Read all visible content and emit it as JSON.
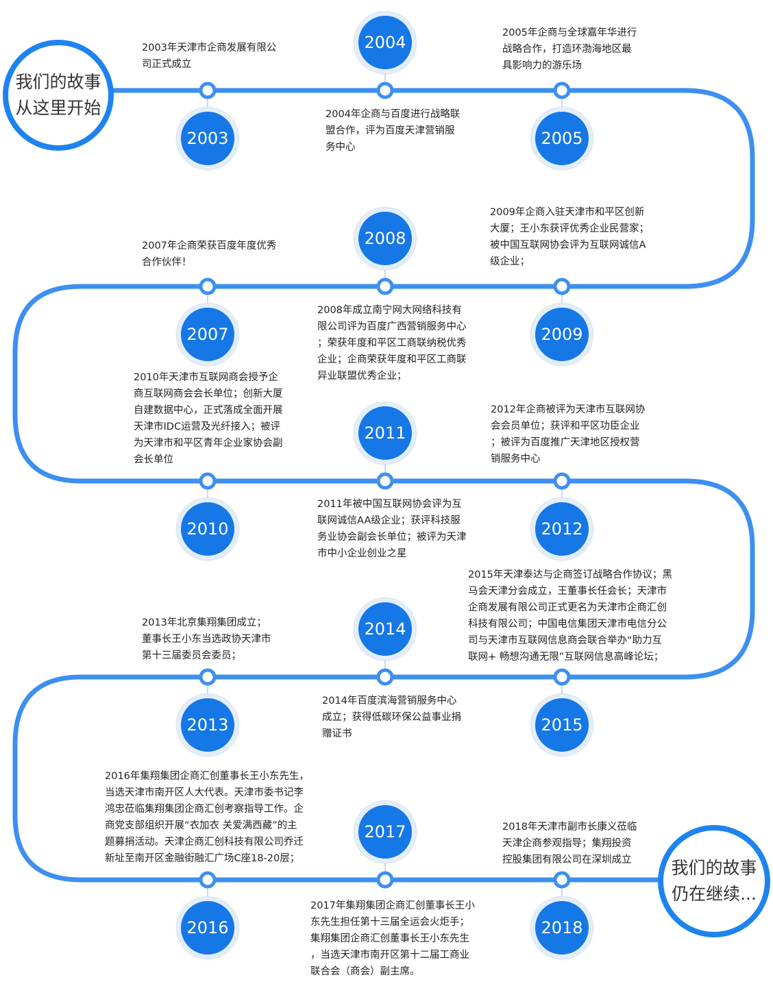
{
  "colors": {
    "track": "#3d8ff0",
    "bubble": "#1677e6",
    "ring": "#1e83ef"
  },
  "start_badge": "我们的故事\n从这里开始",
  "end_badge": "我们的故事\n仍在继续...",
  "milestones": [
    {
      "year": "2003",
      "text": "2003年天津市企商发展有限公\n司正式成立"
    },
    {
      "year": "2004",
      "text": "2004年企商与百度进行战略联\n盟合作，评为百度天津营销服\n务中心"
    },
    {
      "year": "2005",
      "text": "2005年企商与全球嘉年华进行\n战略合作，打造环渤海地区最\n具影响力的游乐场"
    },
    {
      "year": "2007",
      "text": "2007年企商荣获百度年度优秀\n合作伙伴！"
    },
    {
      "year": "2008",
      "text": "2008年成立南宁网大网络科技有\n限公司评为百度广西营销服务中心\n；荣获年度和平区工商联纳税优秀\n企业；企商荣获年度和平区工商联\n异业联盟优秀企业；"
    },
    {
      "year": "2009",
      "text": "2009年企商入驻天津市和平区创新\n大厦；王小东获评优秀企业民营家；\n被中国互联网协会评为互联网诚信A\n级企业；"
    },
    {
      "year": "2010",
      "text": "2010年天津市互联网商会授予企\n商互联网商会会长单位；创新大厦\n自建数据中心，正式落成全面开展\n天津市IDC运营及光纤接入；被评\n为天津市和平区青年企业家协会副\n会长单位"
    },
    {
      "year": "2011",
      "text": "2011年被中国互联网协会评为互\n联网诚信AA级企业；获评科技服\n务业协会副会长单位；被评为天津\n市中小企业创业之星"
    },
    {
      "year": "2012",
      "text": "2012年企商被评为天津市互联网协\n会会员单位；获评和平区功臣企业\n；被评为百度推广天津地区授权营\n销服务中心"
    },
    {
      "year": "2013",
      "text": "2013年北京集翔集团成立；\n董事长王小东当选政协天津市\n第十三届委员会委员；"
    },
    {
      "year": "2014",
      "text": "2014年百度滨海营销服务中心\n成立；获得低碳环保公益事业捐\n赠证书"
    },
    {
      "year": "2015",
      "text": "2015年天津泰达与企商签订战略合作协议；黑\n马会天津分会成立，王董事长任会长；天津市\n企商发展有限公司正式更名为天津市企商汇创\n科技有限公司；中国电信集团天津市电信分公\n司与天津市互联网信息商会联合举办“助力互\n联网+ 畅想沟通无限”互联网信息高峰论坛；"
    },
    {
      "year": "2016",
      "text": "2016年集翔集团企商汇创董事长王小东先生，\n当选天津市南开区人大代表。天津市委书记李\n鸿忠莅临集翔集团企商汇创考察指导工作。企\n商党支部组织开展“衣加衣 关爱满西藏”的主\n题募捐活动。天津企商汇创科技有限公司乔迁\n新址至南开区金融街融汇广场C座18-20层；"
    },
    {
      "year": "2017",
      "text": "2017年集翔集团企商汇创董事长王小\n东先生担任第十三届全运会火炬手；\n集翔集团企商汇创董事长王小东先生\n，当选天津市南开区第十二届工商业\n联合会（商会）副主席。"
    },
    {
      "year": "2018",
      "text": "2018年天津市副市长康义莅临\n天津企商参观指导；集翔投资\n控股集团有限公司在深圳成立"
    }
  ]
}
